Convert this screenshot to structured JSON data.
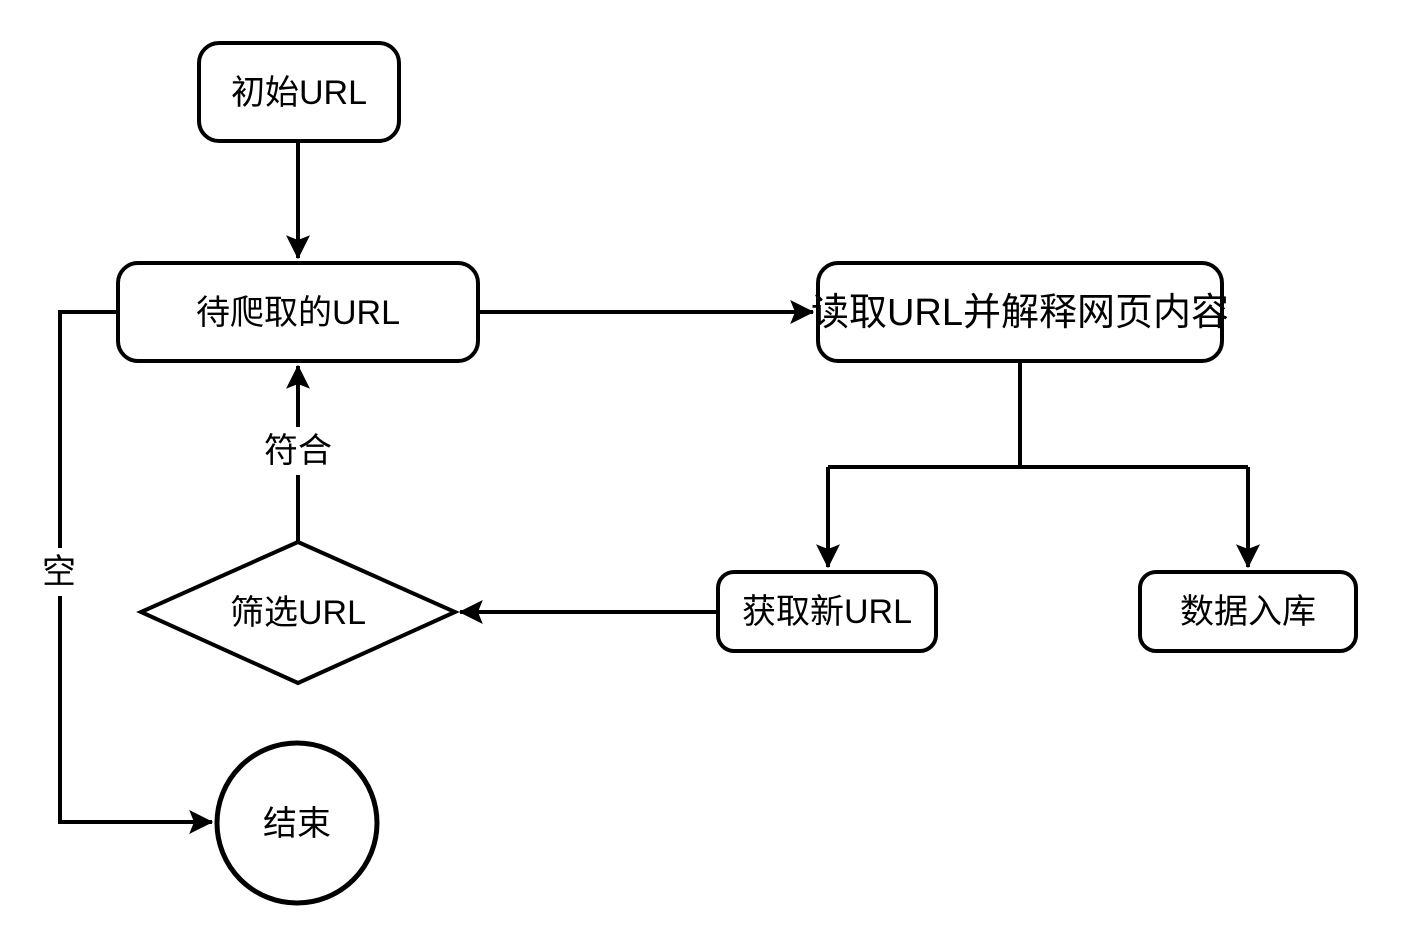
{
  "diagram": {
    "type": "flowchart",
    "colors": {
      "stroke": "#000000",
      "node_fill": "#ffffff",
      "text": "#000000",
      "background": "#ffffff"
    },
    "nodes": {
      "start": {
        "label": "初始URL",
        "shape": "rounded-rectangle"
      },
      "queue": {
        "label": "待爬取的URL",
        "shape": "rounded-rectangle"
      },
      "read": {
        "label": "读取URL并解释网页内容",
        "shape": "rounded-rectangle"
      },
      "fetch": {
        "label": "获取新URL",
        "shape": "rounded-rectangle"
      },
      "store": {
        "label": "数据入库",
        "shape": "rounded-rectangle"
      },
      "filter": {
        "label": "筛选URL",
        "shape": "diamond"
      },
      "end": {
        "label": "结束",
        "shape": "circle"
      }
    },
    "edges": [
      {
        "from": "start",
        "to": "queue",
        "label": ""
      },
      {
        "from": "queue",
        "to": "read",
        "label": ""
      },
      {
        "from": "read",
        "to": "fetch",
        "label": ""
      },
      {
        "from": "read",
        "to": "store",
        "label": ""
      },
      {
        "from": "fetch",
        "to": "filter",
        "label": ""
      },
      {
        "from": "filter",
        "to": "queue",
        "label": "符合"
      },
      {
        "from": "queue",
        "to": "end",
        "label": "空"
      }
    ]
  }
}
